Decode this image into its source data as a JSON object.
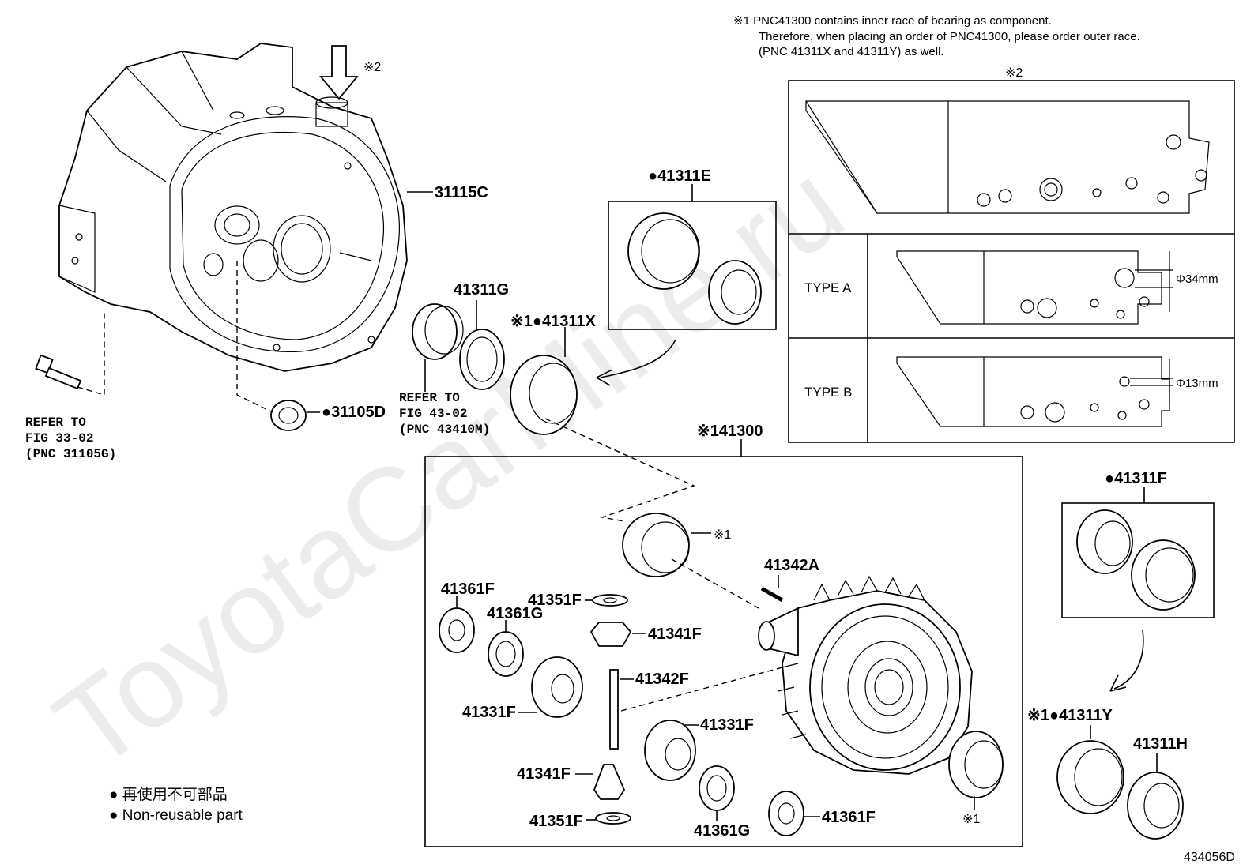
{
  "diagram": {
    "watermark": "ToyotaCarMine.ru",
    "footnote": {
      "line1": "※1 PNC41300 contains inner race of bearing as component.",
      "line2": "Therefore, when placing an order of PNC41300, please order outer race.",
      "line3": "(PNC 41311X and 41311Y) as well."
    },
    "note2_mark": "※2",
    "inset_title": "※2",
    "type_a": "TYPE A",
    "type_b": "TYPE B",
    "type_a_dim": "Φ34mm",
    "type_b_dim": "Φ13mm",
    "labels": {
      "l_31115C": "31115C",
      "l_31105D": "●31105D",
      "l_41311E": "●41311E",
      "l_41311G": "41311G",
      "l_41311X": "※1●41311X",
      "l_41300": "※141300",
      "l_41311F_top": "●41311F",
      "l_41311Y": "※1●41311Y",
      "l_41311H": "41311H",
      "l_41342A": "41342A",
      "l_41361F_a": "41361F",
      "l_41361G_a": "41361G",
      "l_41351F_a": "41351F",
      "l_41341F_a": "41341F",
      "l_41342F": "41342F",
      "l_41331F_a": "41331F",
      "l_41331F_b": "41331F",
      "l_41341F_b": "41341F",
      "l_41351F_b": "41351F",
      "l_41361G_b": "41361G",
      "l_41361F_b": "41361F",
      "star1_a": "※1",
      "star1_b": "※1"
    },
    "refer_1": [
      "REFER TO",
      "FIG 33-02",
      "(PNC 31105G)"
    ],
    "refer_2": [
      "REFER TO",
      "FIG 43-02",
      "(PNC 43410M)"
    ],
    "legend": {
      "jp": "● 再使用不可部品",
      "en": "● Non-reusable part"
    },
    "figure_code": "434056D"
  }
}
